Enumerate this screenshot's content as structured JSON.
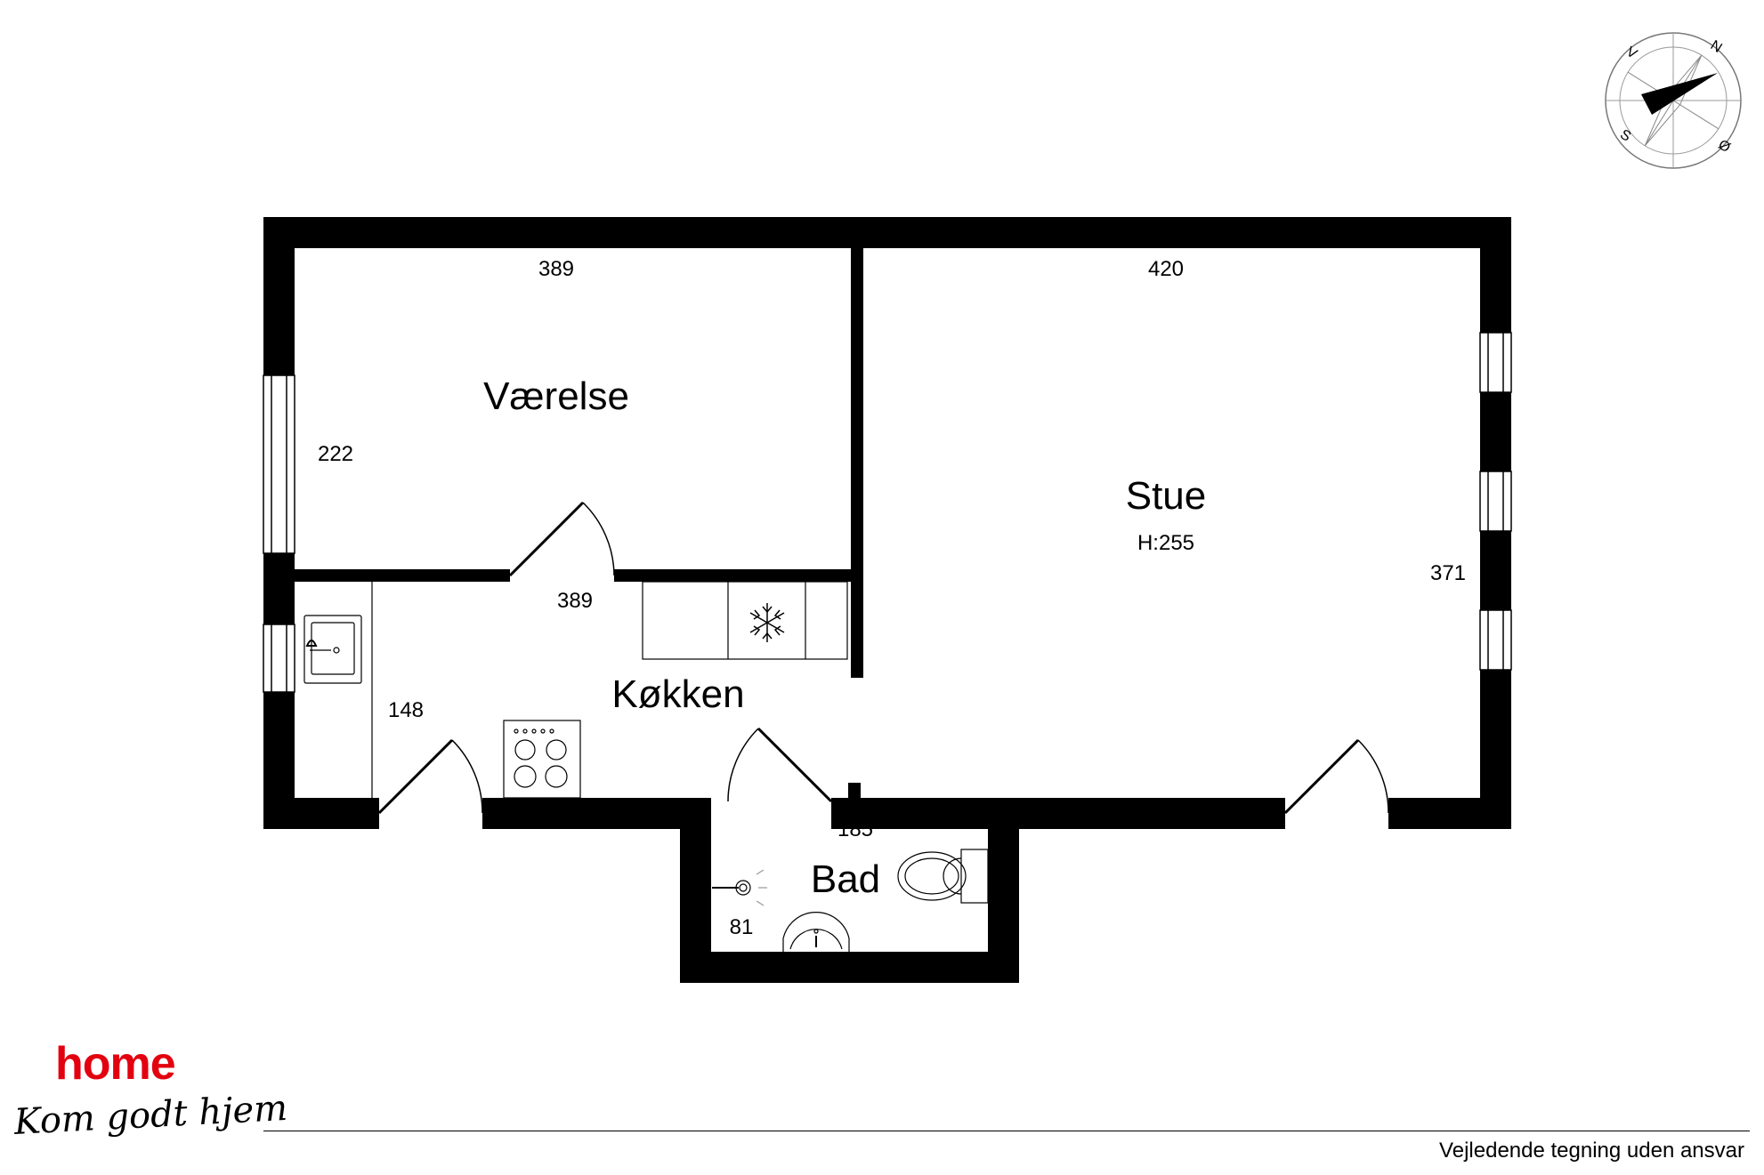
{
  "rooms": {
    "vaerelse": {
      "name": "Værelse",
      "width": "389",
      "depth": "222",
      "inner_width": "389"
    },
    "stue": {
      "name": "Stue",
      "height": "H:255",
      "width": "420",
      "depth": "371"
    },
    "kokken": {
      "name": "Køkken",
      "depth": "148"
    },
    "bad": {
      "name": "Bad",
      "width": "185",
      "depth": "81"
    }
  },
  "compass": {
    "north": "N",
    "east": "Ø",
    "south": "S",
    "west": "V"
  },
  "brand": {
    "name": "home",
    "slogan": "Kom godt hjem"
  },
  "footer": {
    "disclaimer": "Vejledende tegning uden ansvar"
  },
  "colors": {
    "wall": "#000000",
    "brand_red": "#e3000f",
    "background": "#ffffff"
  }
}
